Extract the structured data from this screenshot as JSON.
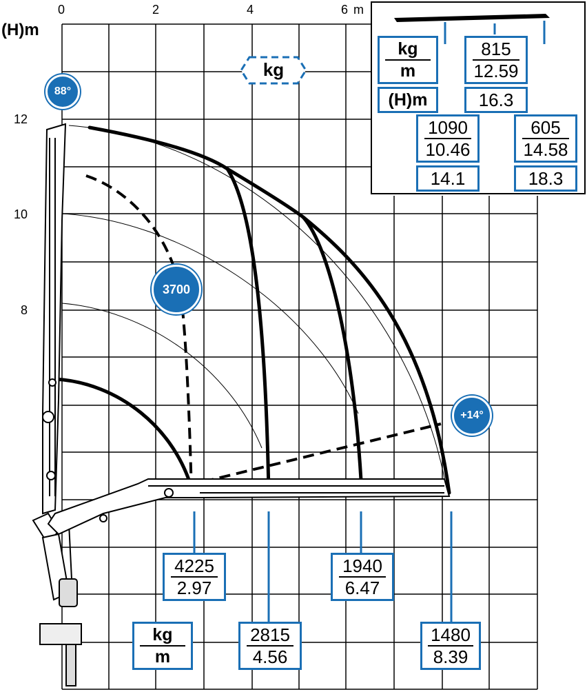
{
  "axes": {
    "y_unit": "(H)m",
    "x_unit": "m",
    "x_ticks": [
      "0",
      "2",
      "4",
      "6"
    ],
    "y_ticks": [
      "12",
      "10",
      "8"
    ]
  },
  "badges": {
    "angle_top": "88°",
    "angle_bottom": "+14°",
    "dashed_capacity": "3700"
  },
  "kg_tag": "kg",
  "legend": {
    "kg": "kg",
    "m": "m"
  },
  "bottom_loads": [
    {
      "kg": "4225",
      "m": "2.97"
    },
    {
      "kg": "2815",
      "m": "4.56"
    },
    {
      "kg": "1940",
      "m": "6.47"
    },
    {
      "kg": "1480",
      "m": "8.39"
    }
  ],
  "inset": {
    "legend_kg": "kg",
    "legend_m": "m",
    "legend_h": "(H)m",
    "items": [
      {
        "kg": "815",
        "m": "12.59",
        "h": "16.3"
      },
      {
        "kg": "1090",
        "m": "10.46",
        "h": "14.1"
      },
      {
        "kg": "605",
        "m": "14.58",
        "h": "18.3"
      }
    ]
  },
  "colors": {
    "accent": "#1a6fb5",
    "line": "#000000"
  }
}
